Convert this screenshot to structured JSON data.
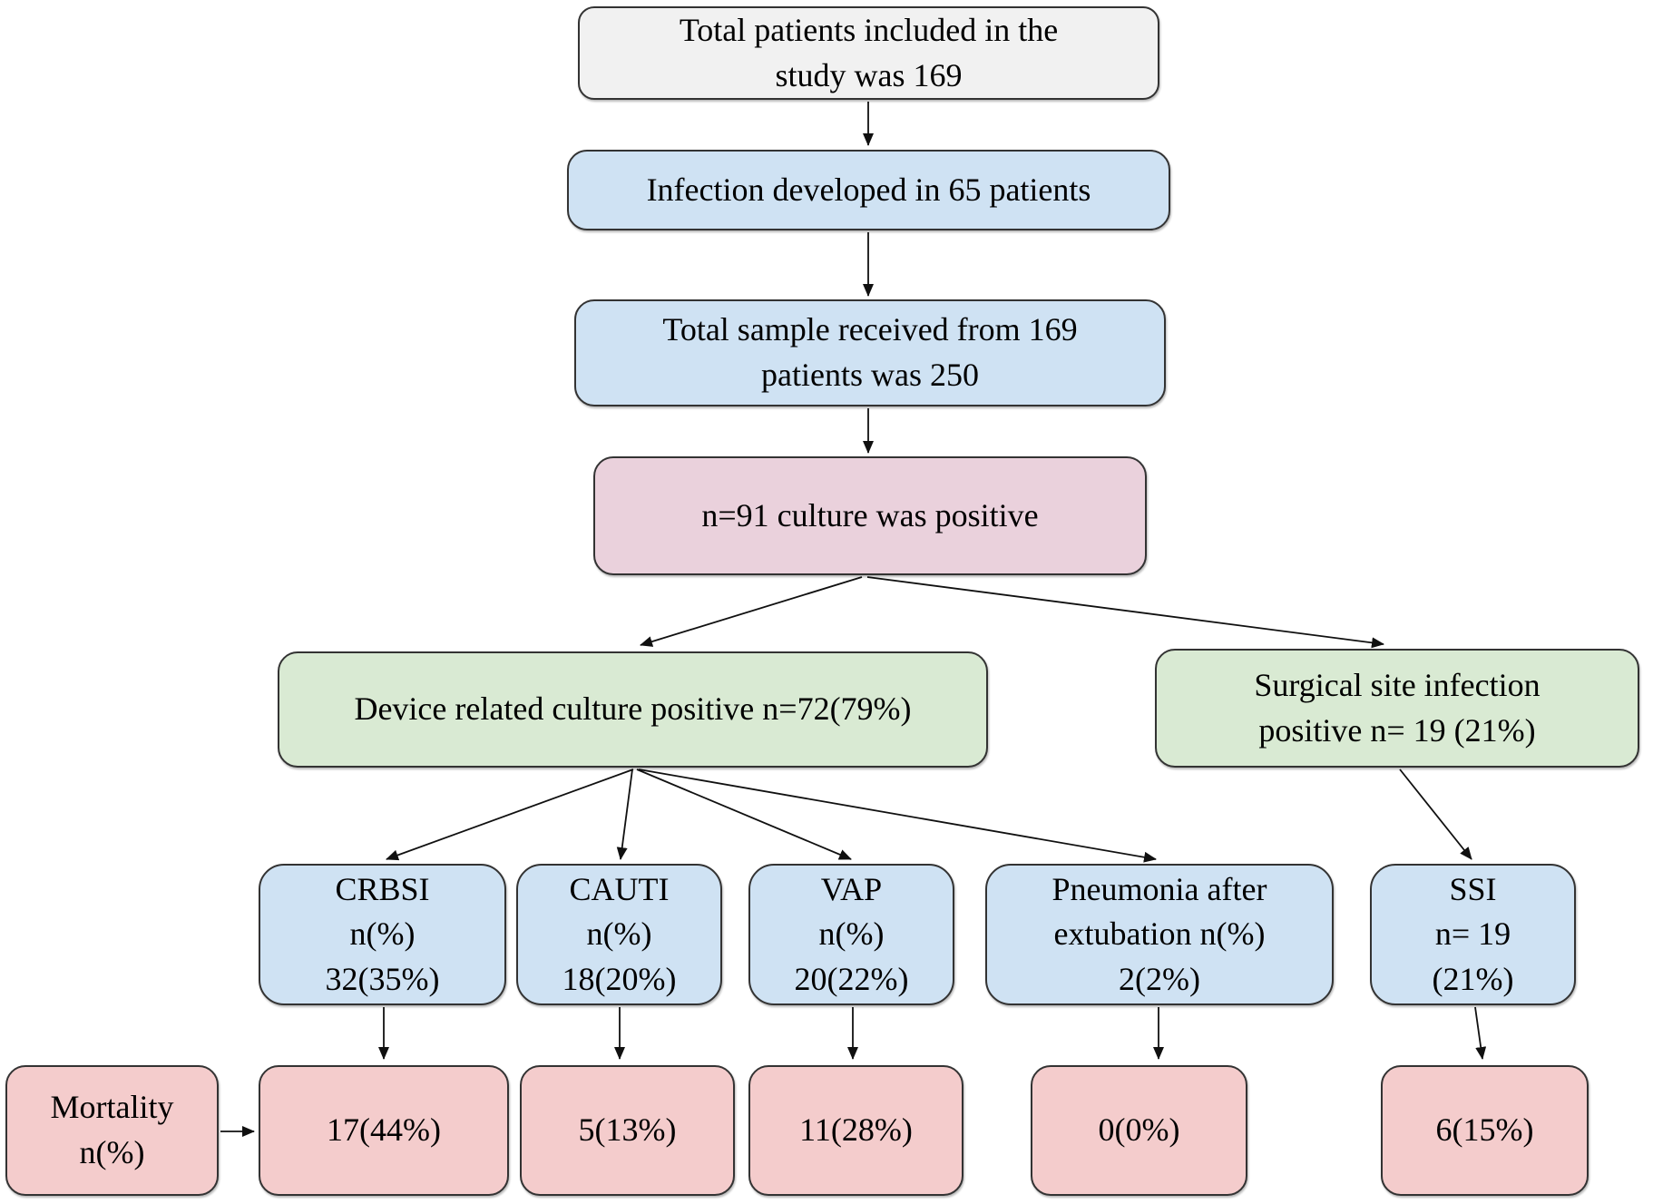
{
  "diagram": {
    "type": "flowchart",
    "boxes": {
      "total": {
        "text": "Total patients included in the\nstudy was 169",
        "color": "#f1f1f1"
      },
      "infection": {
        "text": "Infection developed in 65 patients",
        "color": "#cfe2f3"
      },
      "sample": {
        "text": "Total sample received from 169\npatients was 250",
        "color": "#cfe2f3"
      },
      "culture_positive": {
        "text": "n=91 culture was positive",
        "color": "#ead1dc"
      },
      "device_related": {
        "text": "Device related culture positive n=72(79%)",
        "color": "#d9ead3"
      },
      "surgical_site": {
        "text": "Surgical site infection\npositive n= 19 (21%)",
        "color": "#d9ead3"
      },
      "crbsi": {
        "text": "CRBSI\nn(%)\n32(35%)",
        "color": "#cfe2f3"
      },
      "cauti": {
        "text": "CAUTI\nn(%)\n18(20%)",
        "color": "#cfe2f3"
      },
      "vap": {
        "text": "VAP\nn(%)\n20(22%)",
        "color": "#cfe2f3"
      },
      "pneumonia": {
        "text": "Pneumonia after\nextubation n(%)\n2(2%)",
        "color": "#cfe2f3"
      },
      "ssi": {
        "text": "SSI\nn= 19\n(21%)",
        "color": "#cfe2f3"
      },
      "mortality_label": {
        "text": "Mortality\nn(%)",
        "color": "#f4cccc"
      },
      "mortality_crbsi": {
        "text": "17(44%)",
        "color": "#f4cccc"
      },
      "mortality_cauti": {
        "text": "5(13%)",
        "color": "#f4cccc"
      },
      "mortality_vap": {
        "text": "11(28%)",
        "color": "#f4cccc"
      },
      "mortality_pneumonia": {
        "text": "0(0%)",
        "color": "#f4cccc"
      },
      "mortality_ssi": {
        "text": "6(15%)",
        "color": "#f4cccc"
      }
    },
    "edges": [
      {
        "from": "total",
        "to": "infection"
      },
      {
        "from": "infection",
        "to": "sample"
      },
      {
        "from": "sample",
        "to": "culture_positive"
      },
      {
        "from": "culture_positive",
        "to": "device_related"
      },
      {
        "from": "culture_positive",
        "to": "surgical_site"
      },
      {
        "from": "device_related",
        "to": "crbsi"
      },
      {
        "from": "device_related",
        "to": "cauti"
      },
      {
        "from": "device_related",
        "to": "vap"
      },
      {
        "from": "device_related",
        "to": "pneumonia"
      },
      {
        "from": "surgical_site",
        "to": "ssi"
      },
      {
        "from": "crbsi",
        "to": "mortality_crbsi"
      },
      {
        "from": "cauti",
        "to": "mortality_cauti"
      },
      {
        "from": "vap",
        "to": "mortality_vap"
      },
      {
        "from": "pneumonia",
        "to": "mortality_pneumonia"
      },
      {
        "from": "ssi",
        "to": "mortality_ssi"
      },
      {
        "from": "mortality_label",
        "to": "mortality_crbsi"
      }
    ]
  }
}
